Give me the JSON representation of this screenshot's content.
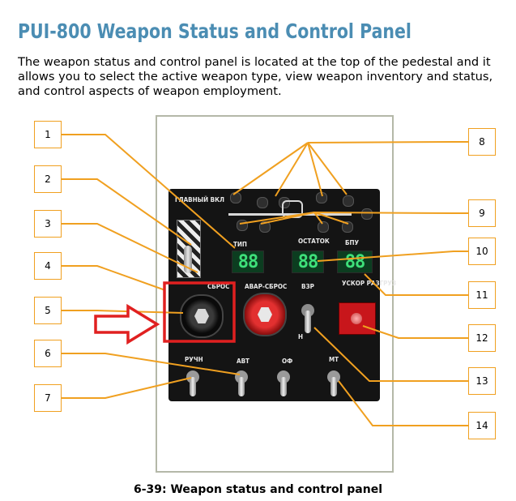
{
  "document": {
    "title": "PUI-800 Weapon Status and Control Panel",
    "description": "The weapon status and control panel is located at the top of the pedestal and it allows you to select the active weapon type, view weapon inventory and status, and control aspects of weapon employment.",
    "caption": "6-39: Weapon status and control panel"
  },
  "panel_labels": {
    "master_arm": "ГЛАВНЫЙ ВКЛ",
    "type": "ТИП",
    "remaining": "ОСТАТОК",
    "upu": "БПУ",
    "emergency_jettison": "АВАР-СБРОС",
    "vzr": "ВЗР",
    "rapid_release": "УСКОР РАЗГРУЗ",
    "manual": "РУЧН",
    "auto": "АВТ",
    "fire": "ОФ",
    "mg": "МТ",
    "off_partial": "Н",
    "jettison_partial": "СБРОС"
  },
  "displays": {
    "type": "88",
    "remaining": "88",
    "upu": "88"
  },
  "callouts_left": [
    "1",
    "2",
    "3",
    "4",
    "5",
    "6",
    "7"
  ],
  "callouts_right": [
    "8",
    "9",
    "10",
    "11",
    "12",
    "13",
    "14"
  ],
  "colors": {
    "title": "#4b8db3",
    "callout_line": "#f0a020",
    "highlight": "#e02020",
    "display_digits": "#3ee07a"
  },
  "icons": {
    "arrow": "highlight-arrow-icon"
  }
}
